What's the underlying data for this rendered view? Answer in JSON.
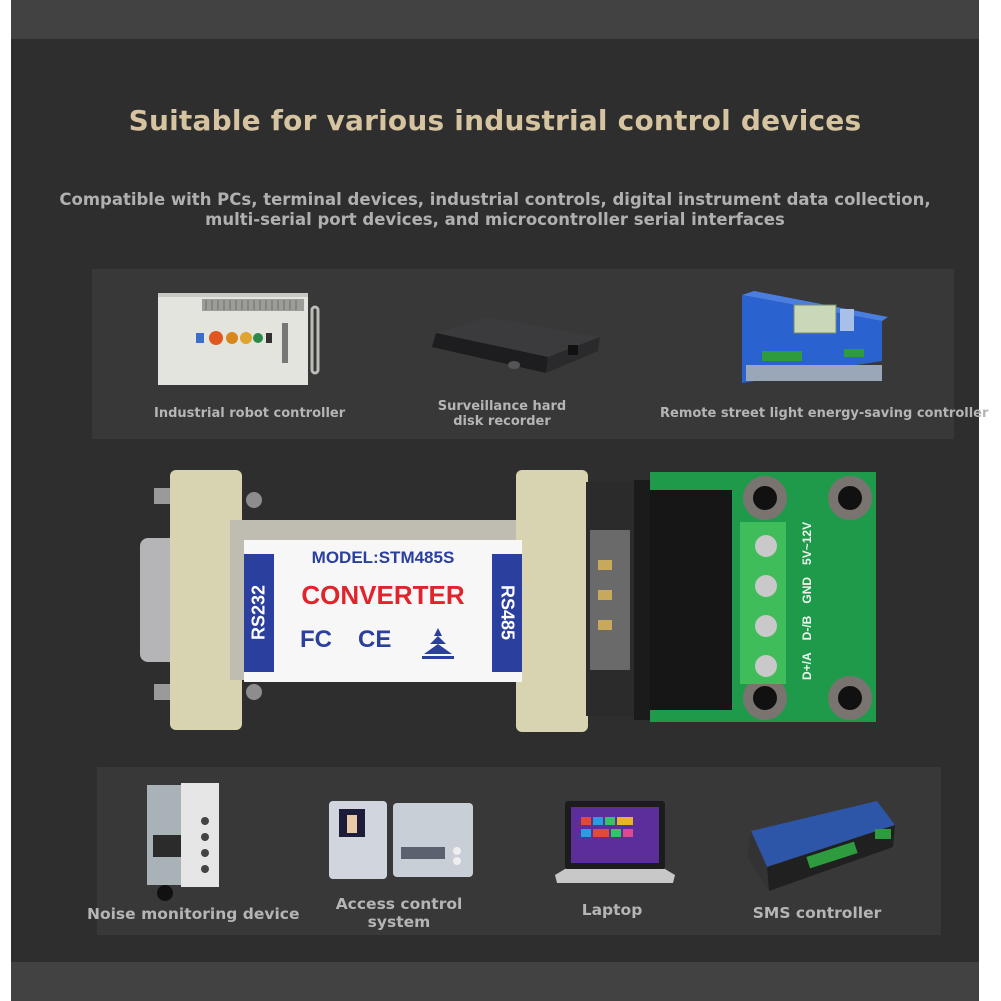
{
  "heading": {
    "title": "Suitable for various industrial control devices",
    "subtitle_line1": "Compatible with PCs, terminal devices, industrial controls, digital instrument data collection,",
    "subtitle_line2": "multi-serial port devices, and microcontroller serial interfaces"
  },
  "top_devices": [
    {
      "label": "Industrial robot controller",
      "icon": "robot-controller-cabinet"
    },
    {
      "label_line1": "Surveillance hard",
      "label_line2": "disk recorder",
      "icon": "dvr-recorder"
    },
    {
      "label": "Remote street light energy-saving controller",
      "icon": "street-light-controller"
    }
  ],
  "product": {
    "model": "MODEL:STM485S",
    "name": "CONVERTER",
    "left_port": "RS232",
    "right_port": "RS485",
    "certifications": [
      "FC",
      "CE",
      "RoHS-tree"
    ],
    "terminal_labels": [
      "D+/A",
      "D-/B",
      "GND",
      "5V~12V"
    ],
    "label_blue": "#2a3f9e",
    "label_red": "#e0242c",
    "pcb_green": "#1f9a4a"
  },
  "bottom_devices": [
    {
      "label": "Noise monitoring device",
      "icon": "noise-monitor"
    },
    {
      "label_line1": "Access control",
      "label_line2": "system",
      "icon": "access-control-panel"
    },
    {
      "label": "Laptop",
      "icon": "laptop"
    },
    {
      "label": "SMS controller",
      "icon": "sms-controller"
    }
  ],
  "colors": {
    "background": "#2e2e2e",
    "band": "#424242",
    "panel": "#383838",
    "title": "#d6c3a0",
    "text": "#b0b0b0"
  }
}
